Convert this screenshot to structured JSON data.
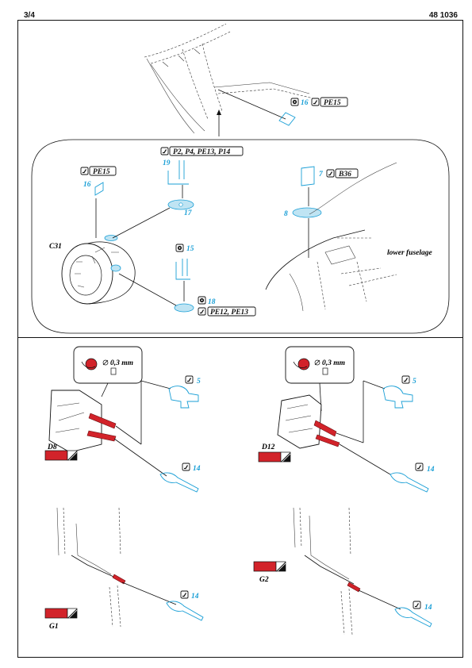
{
  "header": {
    "page": "3/4",
    "catalog": "48 1036"
  },
  "upper": {
    "refs": {
      "pe15_top": "PE15",
      "p_group": "P2, P4, PE13, P14",
      "pe15_left": "PE15",
      "b36": "B36",
      "pe12_13": "PE12, PE13"
    },
    "numbers": {
      "n16_top": "16",
      "n19": "19",
      "n17": "17",
      "n16": "16",
      "n7": "7",
      "n8": "8",
      "n15": "15",
      "n18": "18"
    },
    "labels": {
      "c31": "C31",
      "lower_fuselage": "lower fuselage"
    }
  },
  "lower": {
    "detail_left": "0,3 mm",
    "detail_right": "0,3 mm",
    "numbers": {
      "n5_left": "5",
      "n14_left": "14",
      "n5_right": "5",
      "n14_right": "14",
      "n14_g1": "14",
      "n14_g2": "14"
    },
    "labels": {
      "d8": "D8",
      "d12": "D12",
      "g1": "G1",
      "g2": "G2"
    }
  },
  "colors": {
    "paint_red": "#d2232a",
    "pe_cyan": "#1a9fd6"
  }
}
